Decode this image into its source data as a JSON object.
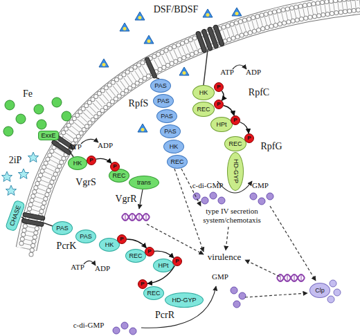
{
  "diagram": {
    "nodes": [
      {
        "text": [
          "HK"
        ]
      },
      {
        "text": [
          "P"
        ]
      },
      {
        "text": [
          "REC"
        ]
      },
      {
        "text": [
          "P"
        ]
      },
      {
        "text": [
          "HPt"
        ]
      },
      {
        "text": [
          "P"
        ]
      },
      {
        "text": [
          "REC"
        ]
      },
      {
        "text": [
          "P"
        ]
      },
      {
        "text": [
          "HD-GYP"
        ]
      },
      {
        "text": [
          "PAS"
        ]
      },
      {
        "text": [
          "PAS"
        ]
      },
      {
        "text": [
          "PAS"
        ]
      },
      {
        "text": [
          "PAS"
        ]
      },
      {
        "text": [
          "HK"
        ]
      },
      {
        "text": [
          "REC"
        ]
      },
      {
        "text": [
          "ExxE"
        ]
      },
      {
        "text": [
          "HK"
        ]
      },
      {
        "text": [
          "P"
        ]
      },
      {
        "text": [
          "REC"
        ]
      },
      {
        "text": [
          "P"
        ]
      },
      {
        "text": [
          "trans"
        ]
      },
      {
        "text": [
          "CHASE"
        ]
      },
      {
        "text": [
          "PAS"
        ]
      },
      {
        "text": [
          "PAS"
        ]
      },
      {
        "text": [
          "HK"
        ]
      },
      {
        "text": [
          "P"
        ]
      },
      {
        "text": [
          "REC"
        ]
      },
      {
        "text": [
          "P"
        ]
      },
      {
        "text": [
          "HPt"
        ]
      },
      {
        "text": [
          "P"
        ]
      },
      {
        "text": [
          "REC"
        ]
      },
      {
        "text": [
          "P"
        ]
      },
      {
        "text": [
          "HD-GYP"
        ]
      },
      {
        "text": [
          "Clp"
        ]
      }
    ],
    "edges": [
      {
        "from": 1,
        "to": 3,
        "arrow": "to"
      },
      {
        "from": 3,
        "to": 5,
        "arrow": "to"
      },
      {
        "from": 5,
        "to": 7,
        "arrow": "to"
      },
      {
        "from": 17,
        "to": 19,
        "arrow": "to"
      },
      {
        "from": 25,
        "to": 27,
        "arrow": "to"
      },
      {
        "from": 27,
        "to": 29,
        "arrow": "to"
      },
      {
        "from": 29,
        "to": 31,
        "arrow": "to"
      }
    ],
    "labels": [
      "DSF/BDSF",
      "ATP",
      "ADP",
      "RpfC",
      "RpfG",
      "c-di-GMP",
      "GMP",
      "Fe",
      "VgrS",
      "ATP",
      "ADP",
      "VgrR",
      "RpfS",
      "type IV secretion system/chemotaxis",
      "virulence",
      "2iP",
      "PcrK",
      "ATP",
      "ADP",
      "PcrR",
      "c-di-GMP",
      "GMP"
    ]
  }
}
